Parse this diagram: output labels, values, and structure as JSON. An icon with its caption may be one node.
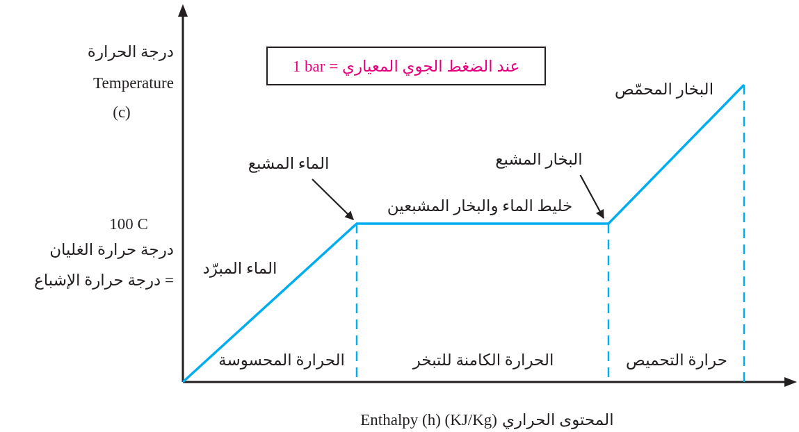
{
  "diagram": {
    "nodes": [
      {
        "text": [
          "1 bar = عند الضغط الجوي المعياري"
        ]
      },
      {
        "text": [
          "الماء المشبع"
        ]
      },
      {
        "text": [
          "البخار المشبع"
        ]
      }
    ],
    "edges": [
      {
        "from": 1,
        "to": null,
        "arrow": "to"
      },
      {
        "from": 2,
        "to": null,
        "arrow": "to"
      }
    ],
    "labels": [
      "درجة الحرارة",
      "Temperature",
      "(c)",
      "البخار المحمّص",
      "خليط الماء والبخار المشبعين",
      "100 C",
      "درجة حرارة الغليان",
      "الماء المبرّد",
      "= درجة حرارة الإشباع",
      "الحرارة المحسوسة",
      "الحرارة الكامنة للتبخر",
      "حرارة التحميص",
      "Enthalpy (h) (KJ/Kg)",
      "المحتوى الحراري"
    ]
  }
}
